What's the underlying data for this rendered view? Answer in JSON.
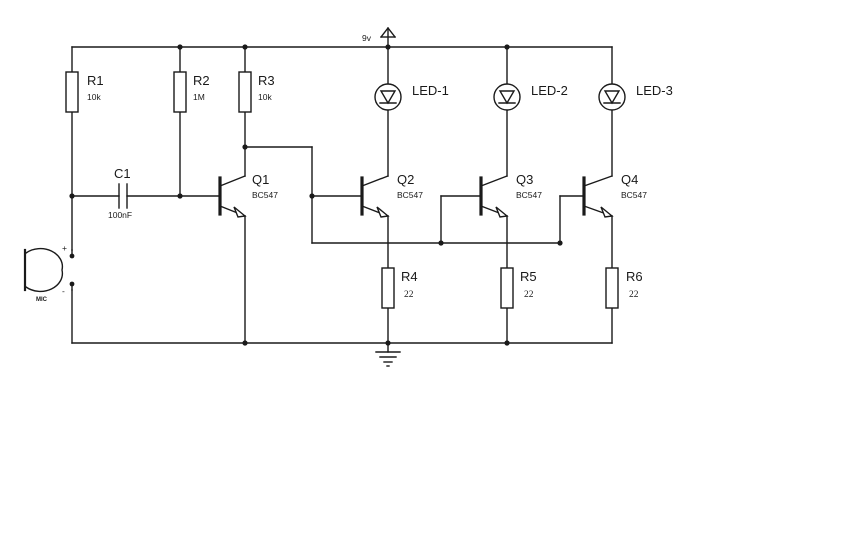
{
  "supply": {
    "label": "9v"
  },
  "resistors": [
    {
      "ref": "R1",
      "value": "10k"
    },
    {
      "ref": "R2",
      "value": "1M"
    },
    {
      "ref": "R3",
      "value": "10k"
    },
    {
      "ref": "R4",
      "value": "22"
    },
    {
      "ref": "R5",
      "value": "22"
    },
    {
      "ref": "R6",
      "value": "22"
    }
  ],
  "capacitor": {
    "ref": "C1",
    "value": "100nF"
  },
  "transistors": [
    {
      "ref": "Q1",
      "type": "BC547"
    },
    {
      "ref": "Q2",
      "type": "BC547"
    },
    {
      "ref": "Q3",
      "type": "BC547"
    },
    {
      "ref": "Q4",
      "type": "BC547"
    }
  ],
  "leds": [
    {
      "ref": "LED-1"
    },
    {
      "ref": "LED-2"
    },
    {
      "ref": "LED-3"
    }
  ],
  "mic": {
    "label": "MIC",
    "plus": "+",
    "minus": "-"
  }
}
